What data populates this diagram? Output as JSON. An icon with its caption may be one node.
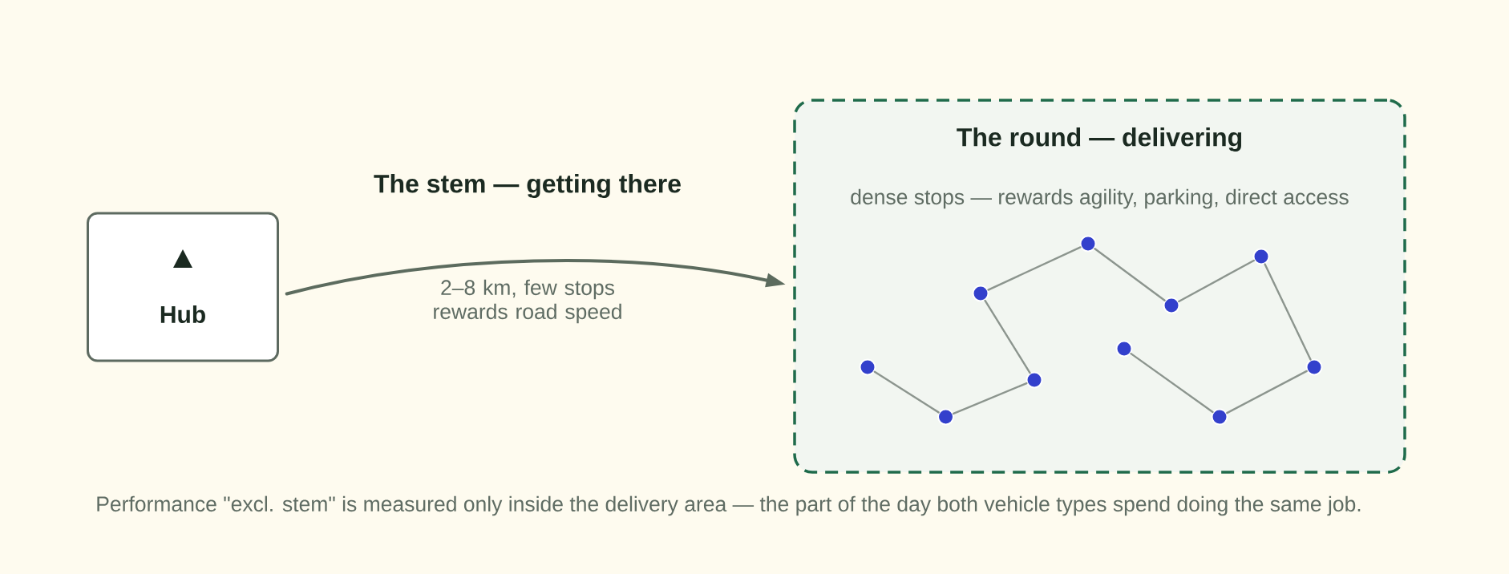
{
  "diagram": {
    "caption": "Performance \"excl. stem\" is measured only inside the delivery area — the part of the day both vehicle types spend doing the same job.",
    "nodes": [
      {
        "text": [
          "Hub"
        ]
      },
      {
        "text": [
          "The round — delivering",
          "dense stops — rewards agility, parking, direct access"
        ]
      },
      {
        "text": [],
        "shape": "circle",
        "in": 1
      },
      {
        "text": [],
        "shape": "circle",
        "in": 1
      },
      {
        "text": [],
        "shape": "circle",
        "in": 1
      },
      {
        "text": [],
        "shape": "circle",
        "in": 1
      },
      {
        "text": [],
        "shape": "circle",
        "in": 1
      },
      {
        "text": [],
        "shape": "circle",
        "in": 1
      },
      {
        "text": [],
        "shape": "circle",
        "in": 1
      },
      {
        "text": [],
        "shape": "circle",
        "in": 1
      },
      {
        "text": [],
        "shape": "circle",
        "in": 1
      },
      {
        "text": [],
        "shape": "circle",
        "in": 1
      }
    ],
    "edges": [
      {
        "from": 0,
        "to": 1,
        "arrow": "to",
        "label": "2–8 km, few stops rewards road speed",
        "color": "#5c6b5e"
      },
      {
        "from": 2,
        "to": 3,
        "arrow": "none"
      },
      {
        "from": 3,
        "to": 4,
        "arrow": "none"
      },
      {
        "from": 4,
        "to": 5,
        "arrow": "none"
      },
      {
        "from": 5,
        "to": 6,
        "arrow": "none"
      },
      {
        "from": 6,
        "to": 7,
        "arrow": "none"
      },
      {
        "from": 7,
        "to": 8,
        "arrow": "none"
      },
      {
        "from": 8,
        "to": 9,
        "arrow": "none"
      },
      {
        "from": 9,
        "to": 10,
        "arrow": "none"
      },
      {
        "from": 10,
        "to": 11,
        "arrow": "none"
      }
    ],
    "labels": [
      "The stem — getting there"
    ]
  }
}
